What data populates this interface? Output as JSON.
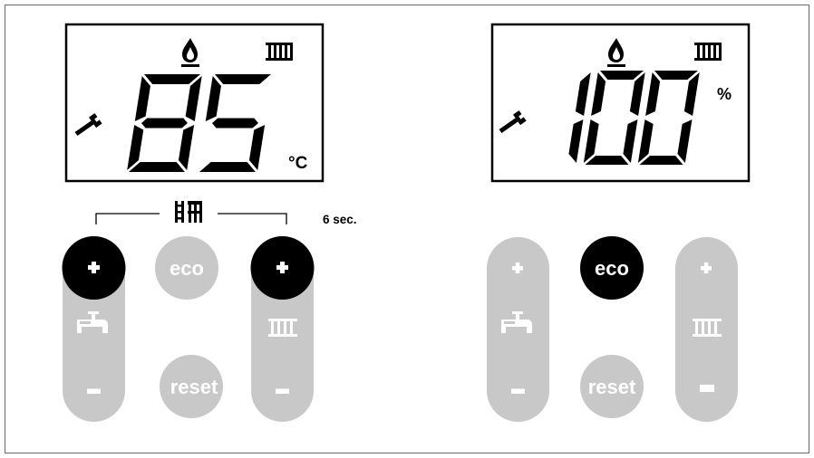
{
  "colors": {
    "active": "#000000",
    "inactive": "#c8c8c8",
    "icon_on_inactive": "#ffffff",
    "frame": "#6a6a6a"
  },
  "left_panel": {
    "display": {
      "value": "85",
      "unit": "°C",
      "icons": [
        "flame-icon",
        "radiator-icon",
        "wrench-icon"
      ]
    },
    "combo_hint": {
      "icon": "comfort-radiator-icon",
      "timer": "6 sec."
    },
    "buttons": {
      "dhw_plus": {
        "label": "+",
        "active": true
      },
      "dhw_minus": {
        "label": "−",
        "active": false
      },
      "eco": {
        "label": "eco",
        "active": false
      },
      "reset": {
        "label": "reset",
        "active": false
      },
      "heating_plus": {
        "label": "+",
        "active": true
      },
      "heating_minus": {
        "label": "−",
        "active": false
      }
    }
  },
  "right_panel": {
    "display": {
      "value": "100",
      "unit": "%",
      "icons": [
        "flame-icon",
        "radiator-icon",
        "wrench-icon"
      ]
    },
    "buttons": {
      "dhw_plus": {
        "label": "+",
        "active": false
      },
      "dhw_minus": {
        "label": "−",
        "active": false
      },
      "eco": {
        "label": "eco",
        "active": true
      },
      "reset": {
        "label": "reset",
        "active": false
      },
      "heating_plus": {
        "label": "+",
        "active": false
      },
      "heating_minus": {
        "label": "−",
        "active": false
      }
    }
  }
}
